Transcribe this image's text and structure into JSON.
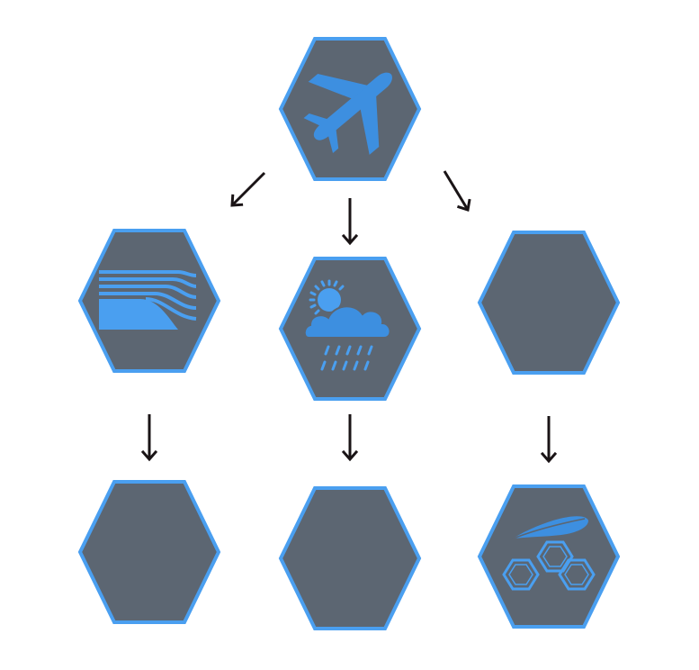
{
  "diagram": {
    "colors": {
      "hex_fill": "#5c6672",
      "hex_stroke": "#4a9ff0",
      "icon": "#3d8fe0",
      "arrow": "#1a1416",
      "background": "#ffffff"
    },
    "nodes": [
      {
        "id": "top",
        "icon": "airplane-icon"
      },
      {
        "id": "mid-left",
        "icon": "airflow-lines-icon"
      },
      {
        "id": "mid-center",
        "icon": "sun-cloud-rain-icon"
      },
      {
        "id": "mid-right",
        "icon": ""
      },
      {
        "id": "bottom-left",
        "icon": ""
      },
      {
        "id": "bottom-center",
        "icon": ""
      },
      {
        "id": "bottom-right",
        "icon": "feather-hexagons-icon"
      }
    ],
    "edges": [
      {
        "from": "top",
        "to": "mid-left"
      },
      {
        "from": "top",
        "to": "mid-center"
      },
      {
        "from": "top",
        "to": "mid-right"
      },
      {
        "from": "mid-left",
        "to": "bottom-left"
      },
      {
        "from": "mid-center",
        "to": "bottom-center"
      },
      {
        "from": "mid-right",
        "to": "bottom-right"
      }
    ]
  }
}
